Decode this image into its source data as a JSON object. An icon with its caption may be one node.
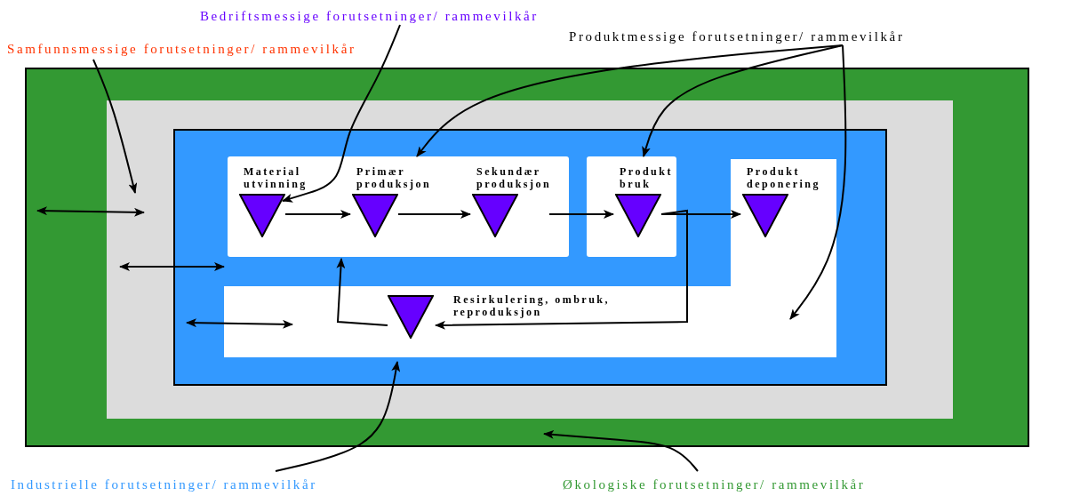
{
  "diagram": {
    "nodes": [
      {
        "text": [],
        "shape": "box"
      },
      {
        "text": [],
        "shape": "box",
        "in": 0
      },
      {
        "text": [],
        "shape": "box",
        "in": 1
      },
      {
        "text": [],
        "shape": "box",
        "in": 2
      },
      {
        "text": [],
        "shape": "box",
        "in": 2
      },
      {
        "text": [],
        "shape": "box",
        "in": 2
      },
      {
        "text": [
          "Material utvinning"
        ],
        "in": 3
      },
      {
        "text": [
          "Primær produksjon"
        ],
        "in": 3
      },
      {
        "text": [
          "Sekundær produksjon"
        ],
        "in": 3
      },
      {
        "text": [
          "Produkt bruk"
        ],
        "in": 4
      },
      {
        "text": [
          "Produkt deponering"
        ],
        "in": 5
      },
      {
        "text": [
          "Resirkulering, ombruk, reproduksjon"
        ],
        "in": 5
      },
      {
        "text": [
          "Samfunnsmessige forutsetninger/ rammevilkår"
        ]
      },
      {
        "text": [
          "Bedriftsmessige forutsetninger/ rammevilkår"
        ]
      },
      {
        "text": [
          "Produktmessige forutsetninger/ rammevilkår"
        ]
      },
      {
        "text": [
          "Industrielle forutsetninger/ rammevilkår"
        ]
      },
      {
        "text": [
          "Økologiske forutsetninger/ rammevilkår"
        ]
      }
    ],
    "edges": [
      {
        "from": 6,
        "to": 7,
        "arrow": "to"
      },
      {
        "from": 7,
        "to": 8,
        "arrow": "to"
      },
      {
        "from": 8,
        "to": 9,
        "arrow": "to"
      },
      {
        "from": 9,
        "to": 10,
        "arrow": "to"
      },
      {
        "from": 9,
        "to": 11,
        "arrow": "to"
      },
      {
        "from": 11,
        "to": 3,
        "arrow": "to"
      },
      {
        "from": 0,
        "to": 1,
        "arrow": "both"
      },
      {
        "from": 1,
        "to": 2,
        "arrow": "both"
      },
      {
        "from": 2,
        "to": 5,
        "arrow": "both"
      },
      {
        "from": 12,
        "to": 1,
        "arrow": "to"
      },
      {
        "from": 13,
        "to": 6,
        "arrow": "to"
      },
      {
        "from": 14,
        "to": 7,
        "arrow": "to"
      },
      {
        "from": 14,
        "to": 9,
        "arrow": "to"
      },
      {
        "from": 14,
        "to": 5,
        "arrow": "to"
      },
      {
        "from": 15,
        "to": 2,
        "arrow": "to"
      },
      {
        "from": 16,
        "to": 0,
        "arrow": "to"
      }
    ]
  }
}
